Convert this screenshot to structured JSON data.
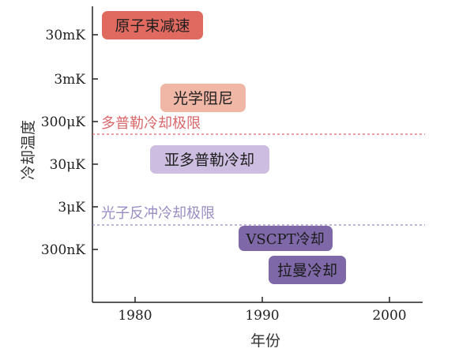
{
  "chart_data": {
    "type": "scatter",
    "title": "",
    "xlabel": "年份",
    "ylabel": "冷却温度",
    "x_ticks": [
      "1980",
      "1990",
      "2000"
    ],
    "y_ticks": [
      "30mK",
      "3mK",
      "300μK",
      "30μK",
      "3μK",
      "300nK"
    ],
    "reference_lines": [
      {
        "label": "多普勒冷却极限",
        "value": "150μK",
        "color": "#d9676a"
      },
      {
        "label": "光子反冲冷却极限",
        "value": "1μK",
        "color": "#9a8cc4"
      }
    ],
    "annotations": [
      {
        "label": "原子束减速",
        "year_start": 1977.5,
        "year_end": 1985,
        "temperature": "30mK",
        "color": "#e06a60"
      },
      {
        "label": "光学阻尼",
        "year_start": 1982,
        "year_end": 1989,
        "temperature": "1mK",
        "color": "#f0b7a6"
      },
      {
        "label": "亚多普勒冷却",
        "year_start": 1981,
        "year_end": 1990,
        "temperature": "30μK",
        "color": "#cdbde0"
      },
      {
        "label": "VSCPT冷却",
        "year_start": 1988,
        "year_end": 1995.5,
        "temperature": "500nK",
        "color": "#7e68a7"
      },
      {
        "label": "拉曼冷却",
        "year_start": 1990.5,
        "year_end": 1996.5,
        "temperature": "150nK",
        "color": "#7e68a7"
      }
    ],
    "axis_colors": {
      "axis": "#222222",
      "label": "#333333"
    }
  }
}
